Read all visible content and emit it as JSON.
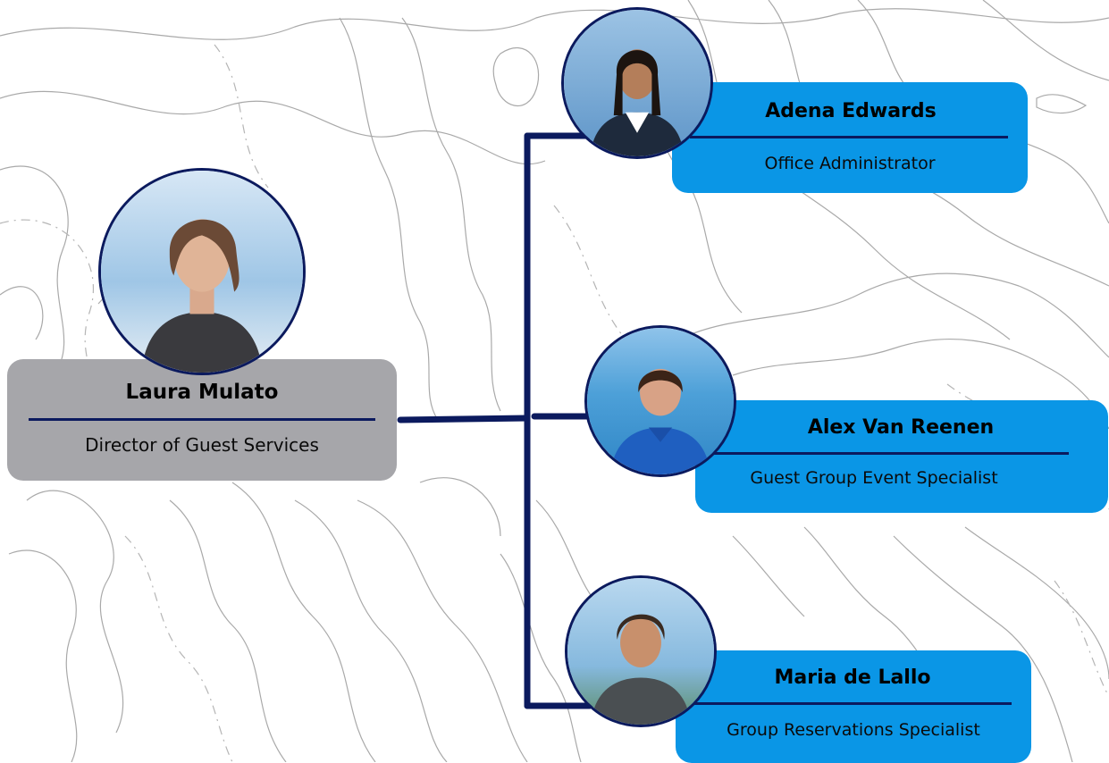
{
  "org_chart": {
    "root": {
      "name": "Laura Mulato",
      "role": "Director of Guest Services"
    },
    "reports": [
      {
        "name": "Adena Edwards",
        "role": "Office Administrator"
      },
      {
        "name": "Alex Van Reenen",
        "role": "Guest Group Event Specialist"
      },
      {
        "name": "Maria de Lallo",
        "role": "Group Reservations Specialist"
      }
    ]
  },
  "colors": {
    "connector": "#0b1a5e",
    "root_card": "#a6a6aa",
    "report_card": "#0a96e6",
    "background_lines": "#9a9a9a"
  }
}
